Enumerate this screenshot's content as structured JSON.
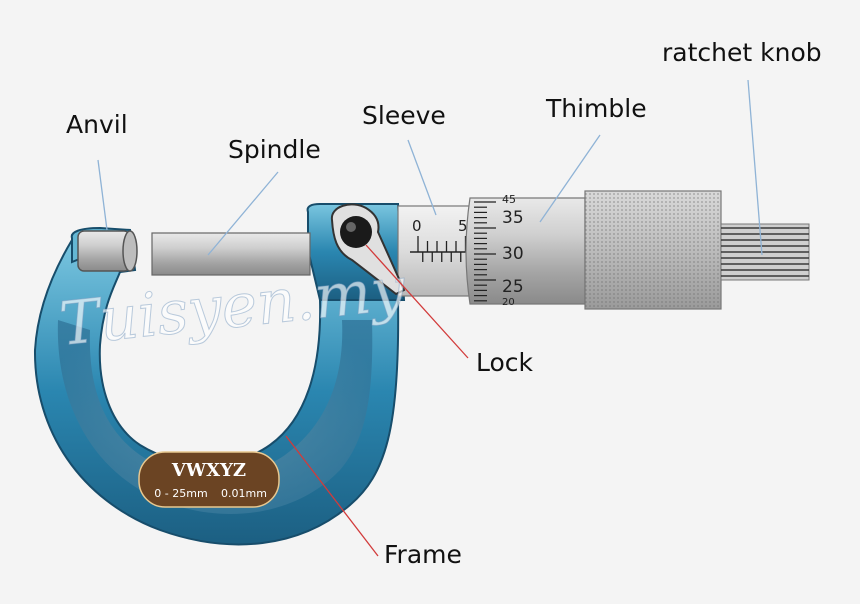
{
  "labels": {
    "anvil": "Anvil",
    "spindle": "Spindle",
    "sleeve": "Sleeve",
    "thimble": "Thimble",
    "ratchet": "ratchet knob",
    "lock": "Lock",
    "frame": "Frame"
  },
  "plate": {
    "brand": "VWXYZ",
    "range": "0 - 25mm",
    "resolution": "0.01mm"
  },
  "sleeve_scale": {
    "zero": "0",
    "five": "5"
  },
  "thimble_scale": {
    "t45": "45",
    "t35": "35",
    "t30": "30",
    "t25": "25",
    "t20": "20"
  },
  "watermark": "Tuisyen.my",
  "colors": {
    "frame_dark": "#1c5f82",
    "frame_mid": "#2a86b0",
    "frame_light": "#5fb6d6",
    "plate": "#6b4423",
    "leader_red": "#d23b3b",
    "leader_blue": "#8fb3d6"
  }
}
